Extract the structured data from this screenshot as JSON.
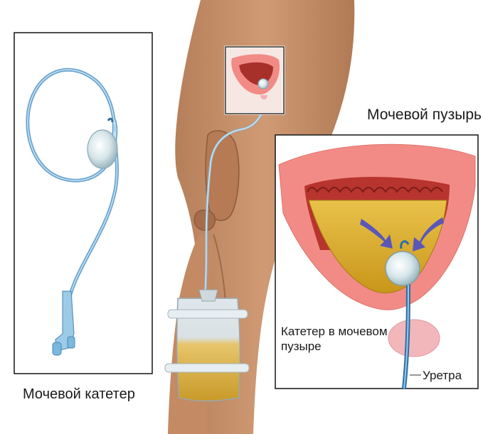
{
  "labels": {
    "bladder": "Мочевой пузырь",
    "urinary_catheter": "Мочевой катетер",
    "catheter_in_bladder_line1": "Катетер в мочевом",
    "catheter_in_bladder_line2": "пузыре",
    "urethra": "Уретра"
  },
  "colors": {
    "skin": "#c8946e",
    "skin_shadow": "#a87552",
    "catheter": "#7ab3d8",
    "bladder_wall": "#f28b86",
    "bladder_inner": "#b43a30",
    "urine": "#d8a820",
    "arrow": "#5a57b8",
    "frame": "#222222"
  }
}
